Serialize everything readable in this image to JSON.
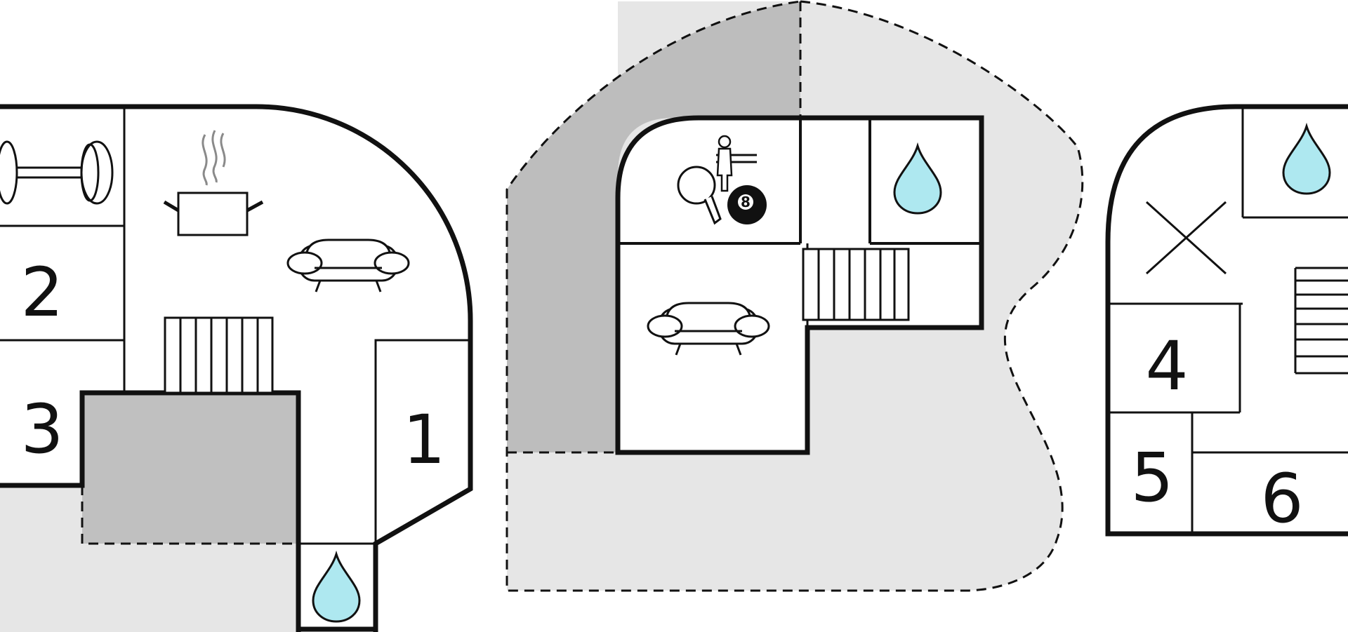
{
  "colors": {
    "wall": "#111111",
    "outdoor_light": "#e6e6e6",
    "outdoor_dark": "#bdbdbd",
    "terrace": "#c0c0c0",
    "water": "#aee8f0",
    "steam": "#8a8a8a"
  },
  "rooms": {
    "room_1": "1",
    "room_2": "2",
    "room_3": "3",
    "room_4": "4",
    "room_5": "5",
    "room_6": "6"
  },
  "icons": {
    "billiard_ball": "8",
    "list": [
      "dumbbell-icon",
      "cooking-pot-icon",
      "sofa-icon",
      "stairs-icon",
      "water-drop-icon",
      "foosball-icon",
      "table-tennis-icon",
      "billiard-ball-icon",
      "cross-icon"
    ]
  }
}
